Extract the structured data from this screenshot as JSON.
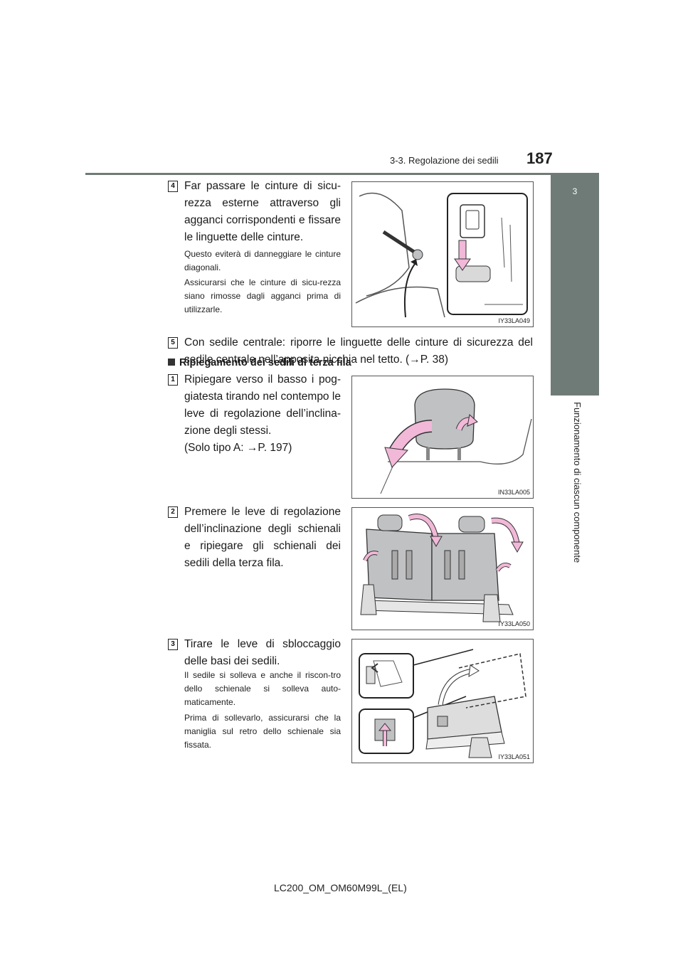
{
  "header": {
    "section": "3-3. Regolazione dei sedili",
    "page_number": "187"
  },
  "side_tab": {
    "number": "3",
    "label": "Funzionamento di ciascun componente"
  },
  "step4": {
    "badge": "4",
    "text": "Far passare le cinture di sicu-rezza esterne attraverso gli agganci corrispondenti e fissare le linguette delle cinture.",
    "note1": "Questo eviterà di danneggiare le cinture diagonali.",
    "note2": "Assicurarsi che le cinture di sicu-rezza siano rimosse dagli agganci prima di utilizzarle.",
    "figure_code": "IY33LA049"
  },
  "step5": {
    "badge": "5",
    "text": "Con sedile centrale: riporre le linguette delle cinture di sicurezza del sedile centrale nell’apposita nicchia nel tetto. (→P. 38)"
  },
  "subsection": {
    "title": "Ripiegamento dei sedili di terza fila"
  },
  "fold_step1": {
    "badge": "1",
    "text": "Ripiegare verso il basso i pog-giatesta tirando nel contempo le leve di regolazione dell’inclina-zione degli stessi.",
    "text2": "(Solo tipo A: →P. 197)",
    "figure_code": "IN33LA005"
  },
  "fold_step2": {
    "badge": "2",
    "text": "Premere le leve di regolazione dell’inclinazione degli schienali e ripiegare gli schienali dei sedili della terza fila.",
    "figure_code": "IY33LA050"
  },
  "fold_step3": {
    "badge": "3",
    "text": "Tirare le leve di sbloccaggio delle basi dei sedili.",
    "note1": "Il sedile si solleva e anche il riscon-tro dello schienale si solleva auto-maticamente.",
    "note2": "Prima di sollevarlo, assicurarsi che la maniglia sul retro dello schienale sia fissata.",
    "figure_code": "IY33LA051"
  },
  "footer": {
    "doc_code": "LC200_OM_OM60M99L_(EL)"
  },
  "colors": {
    "tab_gray": "#6f7b76",
    "arrow_pink": "#f1b8d8",
    "seat_gray": "#bfc1c3"
  }
}
